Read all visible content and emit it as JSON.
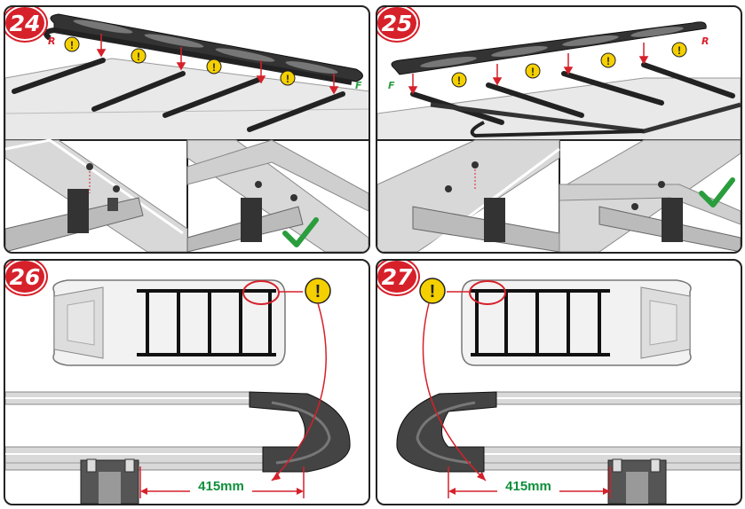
{
  "steps": [
    {
      "number": "24",
      "markers": {
        "rear": "R",
        "front": "F"
      }
    },
    {
      "number": "25",
      "markers": {
        "rear": "R",
        "front": "F"
      }
    },
    {
      "number": "26",
      "measurement": "415mm"
    },
    {
      "number": "27",
      "measurement": "415mm"
    }
  ],
  "icons": {
    "warning": "exclamation-warning-icon",
    "check": "checkmark-icon"
  },
  "colors": {
    "accent_red": "#d6202a",
    "check_green": "#2a9d3c",
    "warning_yellow": "#f5d000",
    "dimension_green": "#0f8f3c"
  }
}
